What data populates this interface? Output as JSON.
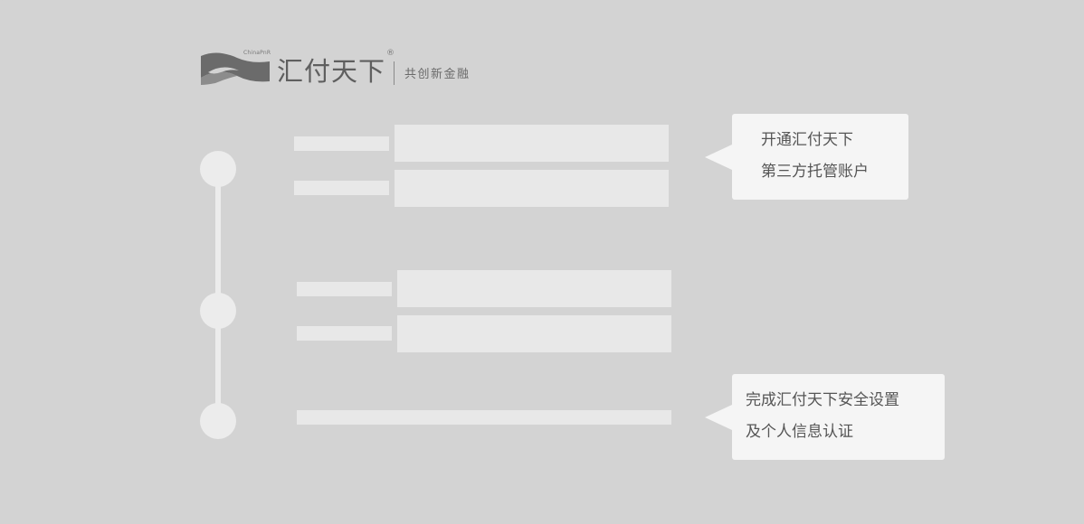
{
  "logo": {
    "small_text": "ChinaPnR",
    "name": "汇付天下",
    "registered_mark": "®",
    "slogan": "共创新金融"
  },
  "steps": [
    {
      "tooltip_lines": [
        "开通汇付天下",
        "第三方托管账户"
      ]
    },
    {
      "tooltip_lines": []
    },
    {
      "tooltip_lines": [
        "完成汇付天下安全设置",
        "及个人信息认证"
      ]
    }
  ],
  "colors": {
    "background": "#d3d3d3",
    "placeholder": "#e8e8e8",
    "timeline": "#ececec",
    "bubble": "#f5f5f5",
    "logo": "#5f5f5f"
  }
}
